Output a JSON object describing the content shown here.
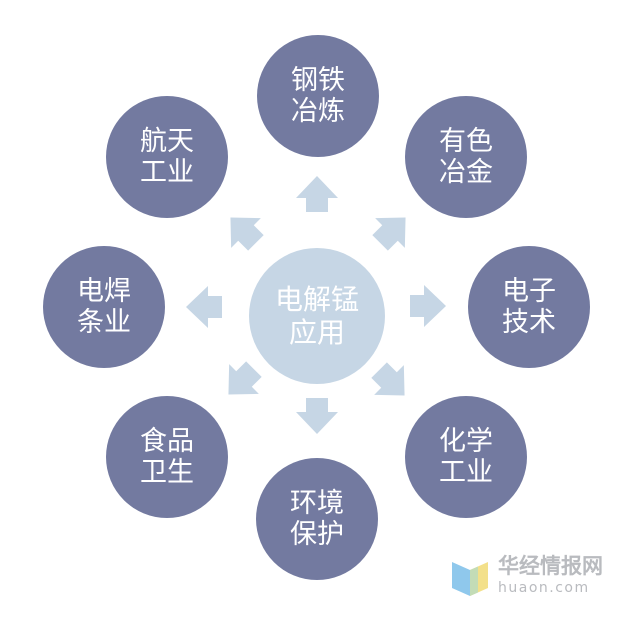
{
  "center": {
    "line1": "电解锰",
    "line2": "应用"
  },
  "nodes": [
    {
      "line1": "钢铁",
      "line2": "冶炼"
    },
    {
      "line1": "有色",
      "line2": "冶金"
    },
    {
      "line1": "电子",
      "line2": "技术"
    },
    {
      "line1": "化学",
      "line2": "工业"
    },
    {
      "line1": "环境",
      "line2": "保护"
    },
    {
      "line1": "食品",
      "line2": "卫生"
    },
    {
      "line1": "电焊",
      "line2": "条业"
    },
    {
      "line1": "航天",
      "line2": "工业"
    }
  ],
  "watermark": {
    "name": "华经情报网",
    "url": "huaon.com"
  },
  "colors": {
    "outer_node": "#737aa0",
    "center_node": "#c6d6e5",
    "arrow": "#c6d6e5",
    "watermark_text": "#b9bbbf",
    "logo_blue": "#8fc8ec",
    "logo_yellow": "#f3e08a"
  }
}
